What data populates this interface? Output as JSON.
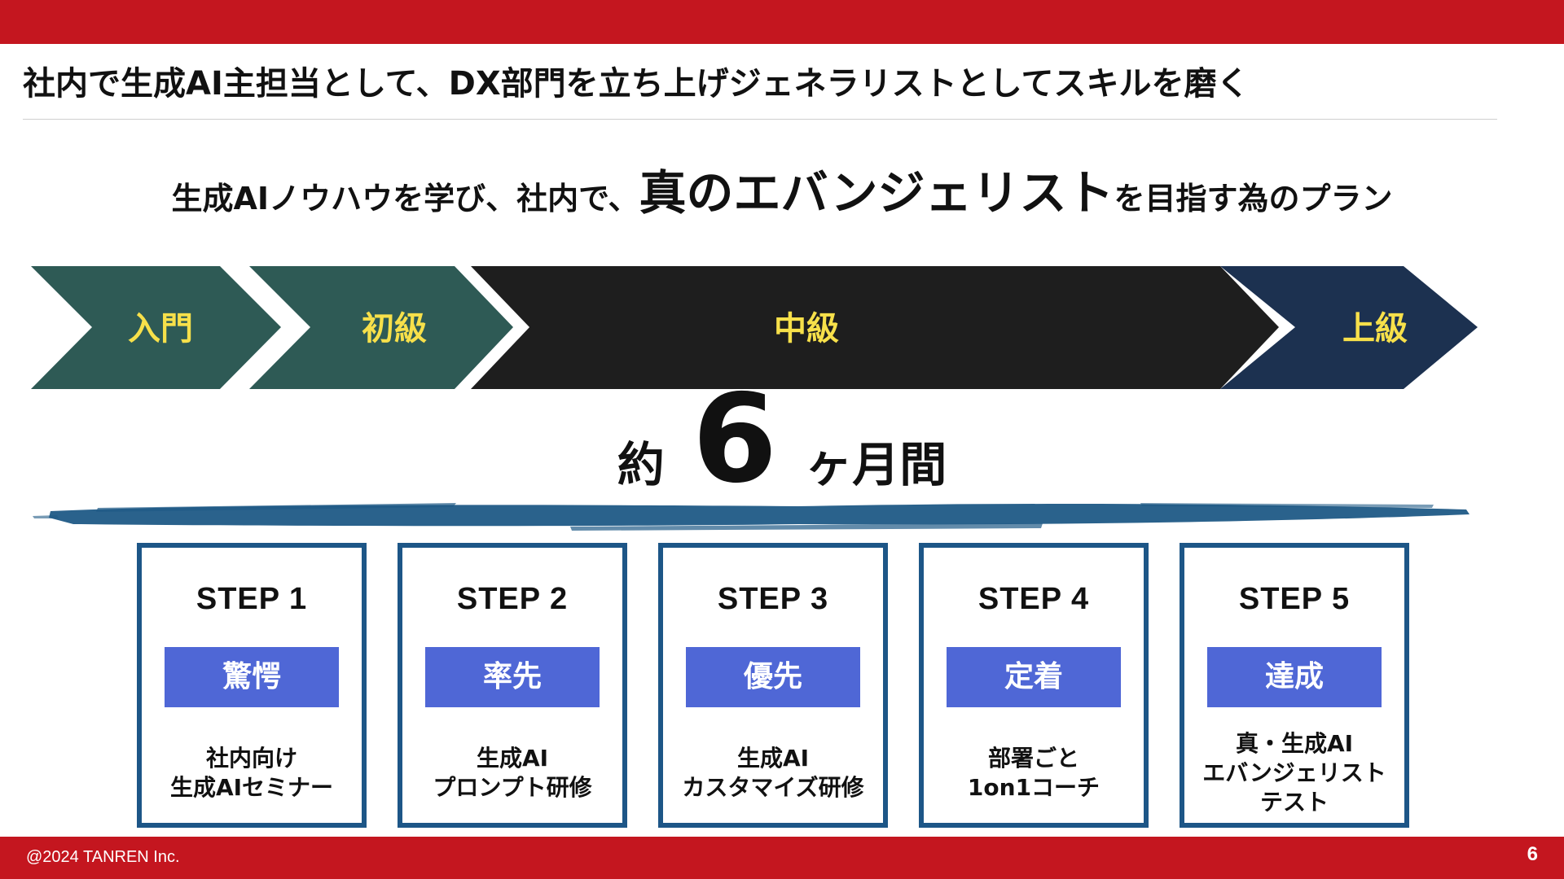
{
  "slide": {
    "title": "社内で生成AI主担当として、DX部門を立ち上げジェネラリストとしてスキルを磨く",
    "subtitle_before": "生成AIノウハウを学び、社内で、",
    "subtitle_emphasis": "真のエバンジェリスト",
    "subtitle_after": "を目指す為のプラン",
    "page_number": "6"
  },
  "footer": {
    "copyright": "@2024 TANREN Inc."
  },
  "stages": [
    {
      "label": "入門",
      "color": "#2e5a55"
    },
    {
      "label": "初級",
      "color": "#2e5a55"
    },
    {
      "label": "中級",
      "color": "#1e1e1e"
    },
    {
      "label": "上級",
      "color": "#1c3150"
    }
  ],
  "duration": {
    "prefix": "約",
    "number": "6",
    "suffix": "ヶ月間"
  },
  "steps": [
    {
      "title": "STEP 1",
      "badge": "驚愕",
      "desc": [
        "社内向け",
        "生成AIセミナー"
      ]
    },
    {
      "title": "STEP 2",
      "badge": "率先",
      "desc": [
        "生成AI",
        "プロンプト研修"
      ]
    },
    {
      "title": "STEP 3",
      "badge": "優先",
      "desc": [
        "生成AI",
        "カスタマイズ研修"
      ]
    },
    {
      "title": "STEP 4",
      "badge": "定着",
      "desc": [
        "部署ごと",
        "1on1コーチ"
      ]
    },
    {
      "title": "STEP 5",
      "badge": "達成",
      "desc": [
        "真・生成AI",
        "エバンジェリスト",
        "テスト"
      ]
    }
  ],
  "colors": {
    "brand_red": "#c4161f",
    "badge_blue": "#4f67d6",
    "card_border": "#1d5687",
    "stage_label": "#f7e04a",
    "brush_blue": "#1f5a86"
  }
}
